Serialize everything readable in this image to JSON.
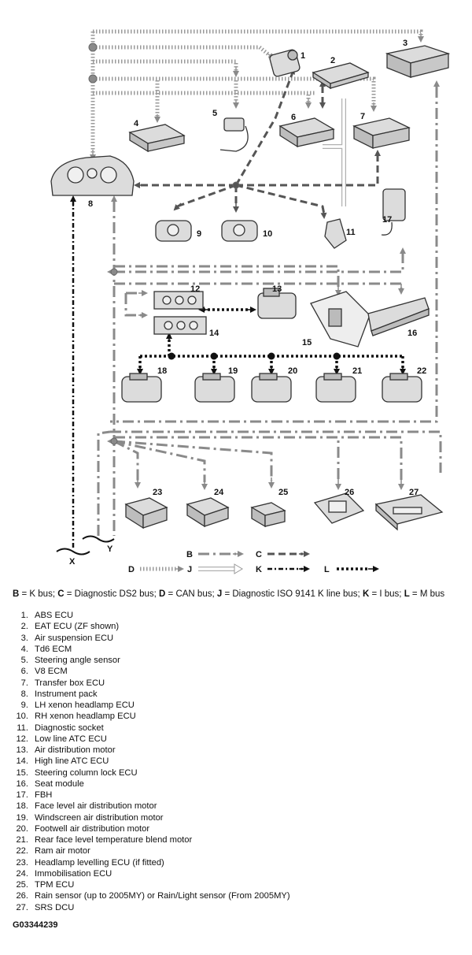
{
  "callouts": [
    "1",
    "2",
    "3",
    "4",
    "5",
    "6",
    "7",
    "8",
    "9",
    "10",
    "11",
    "12",
    "13",
    "14",
    "15",
    "16",
    "17",
    "18",
    "19",
    "20",
    "21",
    "22",
    "23",
    "24",
    "25",
    "26",
    "27"
  ],
  "break_labels": {
    "x": "X",
    "y": "Y"
  },
  "legend": {
    "b": "B",
    "c": "C",
    "d": "D",
    "j": "J",
    "k": "K",
    "l": "L"
  },
  "bus_key": [
    {
      "code": "B",
      "text": " = K bus; "
    },
    {
      "code": "C",
      "text": " = Diagnostic DS2 bus; "
    },
    {
      "code": "D",
      "text": " = CAN bus; "
    },
    {
      "code": "J",
      "text": " = Diagnostic ISO 9141 K line bus; "
    },
    {
      "code": "K",
      "text": " = I bus; "
    },
    {
      "code": "L",
      "text": " = M bus"
    }
  ],
  "parts": [
    {
      "n": "1.",
      "label": "ABS ECU"
    },
    {
      "n": "2.",
      "label": "EAT ECU (ZF shown)"
    },
    {
      "n": "3.",
      "label": "Air suspension ECU"
    },
    {
      "n": "4.",
      "label": "Td6 ECM"
    },
    {
      "n": "5.",
      "label": "Steering angle sensor"
    },
    {
      "n": "6.",
      "label": "V8 ECM"
    },
    {
      "n": "7.",
      "label": "Transfer box ECU"
    },
    {
      "n": "8.",
      "label": "Instrument pack"
    },
    {
      "n": "9.",
      "label": "LH xenon headlamp ECU"
    },
    {
      "n": "10.",
      "label": "RH xenon headlamp ECU"
    },
    {
      "n": "11.",
      "label": "Diagnostic socket"
    },
    {
      "n": "12.",
      "label": "Low line ATC ECU"
    },
    {
      "n": "13.",
      "label": "Air distribution motor"
    },
    {
      "n": "14.",
      "label": "High line ATC ECU"
    },
    {
      "n": "15.",
      "label": "Steering column lock ECU"
    },
    {
      "n": "16.",
      "label": "Seat module"
    },
    {
      "n": "17.",
      "label": "FBH"
    },
    {
      "n": "18.",
      "label": "Face level air distribution motor"
    },
    {
      "n": "19.",
      "label": "Windscreen air distribution motor"
    },
    {
      "n": "20.",
      "label": "Footwell air distribution motor"
    },
    {
      "n": "21.",
      "label": "Rear face level temperature blend motor"
    },
    {
      "n": "22.",
      "label": "Ram air motor"
    },
    {
      "n": "23.",
      "label": "Headlamp levelling ECU (if fitted)"
    },
    {
      "n": "24.",
      "label": "Immobilisation ECU"
    },
    {
      "n": "25.",
      "label": "TPM ECU"
    },
    {
      "n": "26.",
      "label": "Rain sensor (up to 2005MY) or Rain/Light sensor (From 2005MY)"
    },
    {
      "n": "27.",
      "label": "SRS DCU"
    }
  ],
  "figure_id": "G03344239",
  "colors": {
    "line_gray": "#8a8a8a",
    "line_dark": "#555555",
    "line_black": "#111111",
    "component": "#dcdcdc"
  }
}
